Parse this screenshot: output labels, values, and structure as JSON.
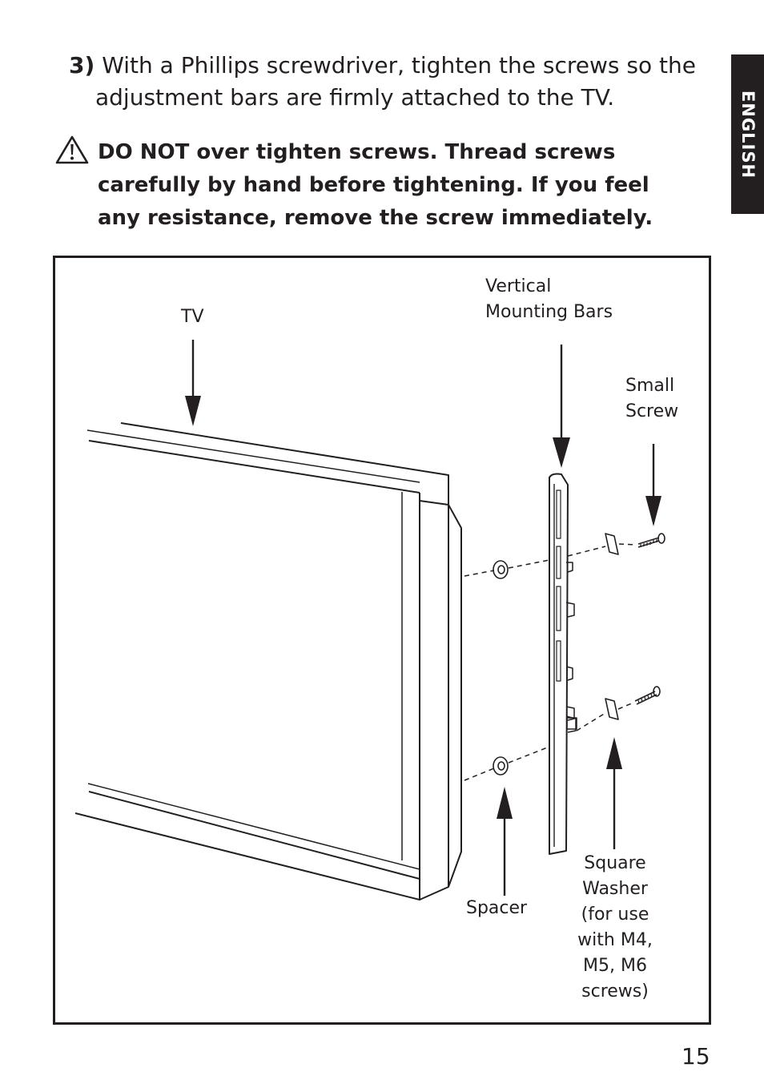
{
  "side_tab": {
    "label": "ENGLISH"
  },
  "step": {
    "number": "3)",
    "line1": "With a Phillips screwdriver, tighten the screws so the",
    "line2": "adjustment bars are firmly attached to the TV."
  },
  "warning": {
    "icon": "warning-triangle-icon",
    "lines": [
      "DO NOT over tighten screws. Thread screws",
      "carefully by hand before tightening. If you feel",
      "any resistance, remove the screw immediately."
    ]
  },
  "figure": {
    "labels": {
      "tv": "TV",
      "bars": [
        "Vertical",
        "Mounting Bars"
      ],
      "screw": [
        "Small",
        "Screw"
      ],
      "spacer": "Spacer",
      "washer": [
        "Square",
        "Washer",
        "(for use",
        "with M4,",
        "M5, M6",
        "screws)"
      ]
    }
  },
  "page_number": "15"
}
